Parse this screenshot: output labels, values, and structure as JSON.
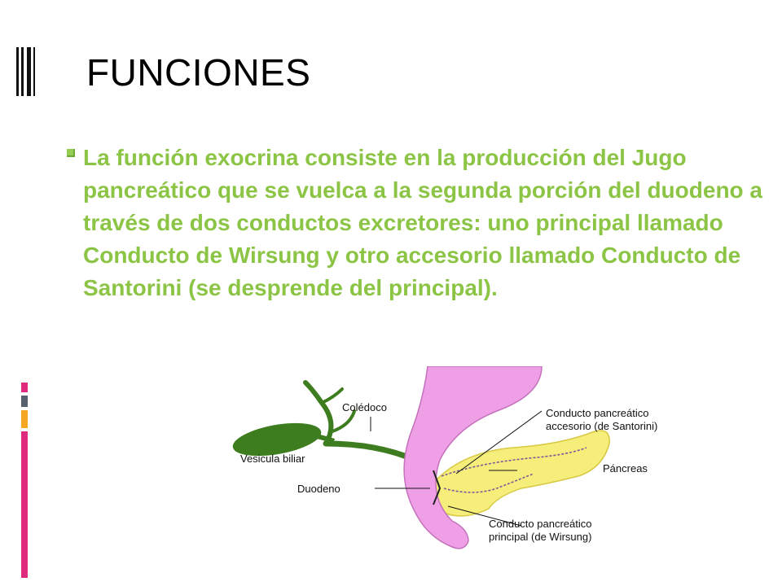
{
  "slide": {
    "title": "FUNCIONES",
    "bullets": [
      "La función exocrina consiste en la producción del Jugo pancreático que se vuelca a la segunda porción del duodeno a través de dos conductos excretores: uno principal llamado Conducto de Wirsung y otro accesorio llamado Conducto de Santorini (se desprende del principal)."
    ]
  },
  "figure": {
    "labels": {
      "coledoco": "Colédoco",
      "vesicula": "Vesicula biliar",
      "duodeno": "Duodeno",
      "santorini_line1": "Conducto pancreático",
      "santorini_line2": "accesorio (de Santorini)",
      "pancreas": "Páncreas",
      "wirsung_line1": "Conducto pancreático",
      "wirsung_line2": "principal (de Wirsung)"
    }
  },
  "colors": {
    "bullet_text": "#8cc546",
    "accent_magenta": "#e02a7d",
    "accent_orange": "#f5a623",
    "accent_gray": "#55606b",
    "duodenum": "#ee9fe6",
    "pancreas": "#f6ee7a",
    "gallbladder": "#3d7d1f"
  }
}
